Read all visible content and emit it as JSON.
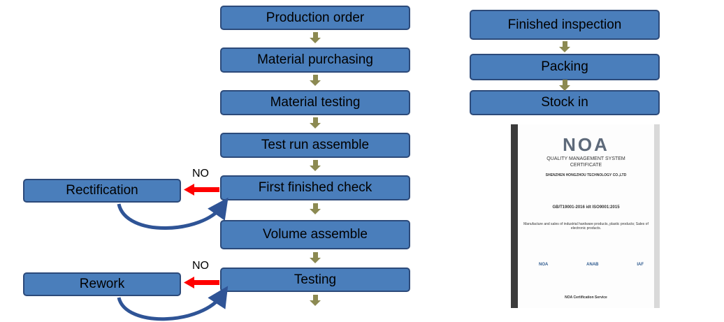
{
  "flow_left": [
    "Production order",
    "Material purchasing",
    "Material testing",
    "Test run assemble",
    "First finished check",
    "Volume assemble",
    "Testing"
  ],
  "flow_right": [
    "Finished inspection",
    "Packing",
    "Stock in"
  ],
  "side_boxes": {
    "rectification": "Rectification",
    "rework": "Rework"
  },
  "no_labels": [
    "NO",
    "NO"
  ],
  "certificate": {
    "logo": "NOA",
    "title": "QUALITY MANAGEMENT SYSTEM",
    "subtitle": "CERTIFICATE",
    "company": "SHENZHEN HONGZHOU TECHNOLOGY CO.,LTD",
    "standard": "GB/T19001-2016 idt ISO9001:2015",
    "scope": "Manufacture and sales of industrial hardware products, plastic products; Sales of electronic products.",
    "badges": [
      "NOA",
      "ANAB",
      "IAF"
    ],
    "footer": "NOA Certification Service"
  },
  "colors": {
    "box_fill": "#4a7ebb",
    "box_border": "#2c4a7a",
    "arrow": "#8c8a52",
    "no_arrow": "#ff0000",
    "loop": "#2f5496"
  }
}
